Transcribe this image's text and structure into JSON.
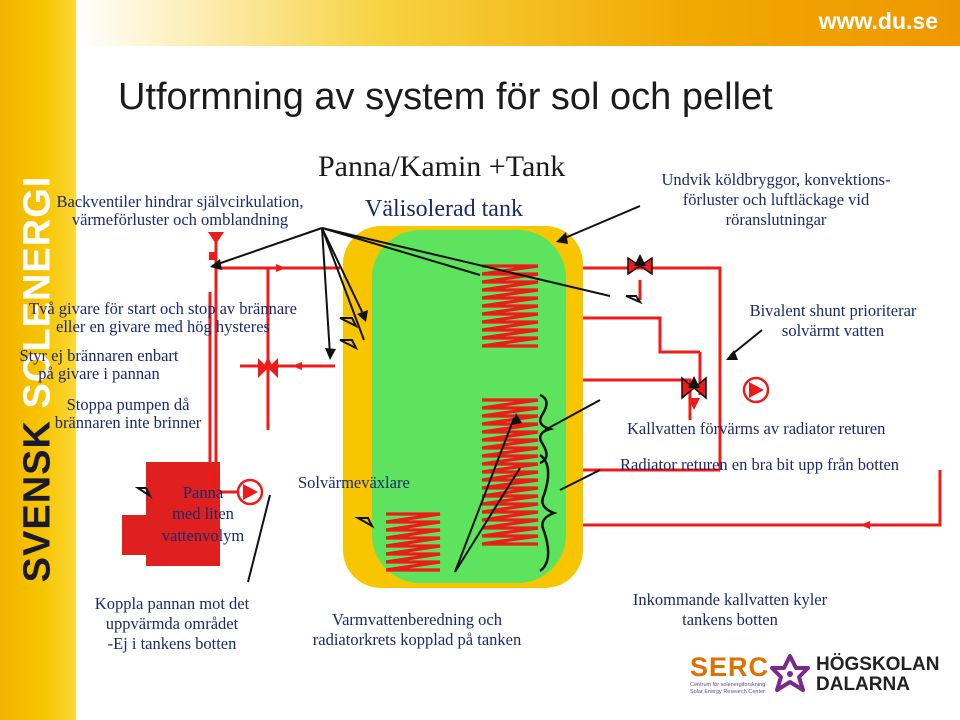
{
  "header": {
    "url": "www.du.se",
    "title": "Utformning av system för sol och pellet"
  },
  "sidebar": {
    "word1": "SVENSK",
    "word2": "SOLENERGI"
  },
  "diagram": {
    "tank_heading": "Panna/Kamin +Tank",
    "tank_subheading": "Välisolerad tank",
    "backventiler": [
      "Backventiler hindrar självcirkulation,",
      "värmeförluster och omblandning"
    ],
    "givare": [
      "Två givare för start och stop av brännare",
      "eller en givare med hög hysteres"
    ],
    "styr": [
      "Styr ej brännaren enbart",
      "på givare i pannan"
    ],
    "stoppa": [
      "Stoppa pumpen då",
      "brännaren inte brinner"
    ],
    "panna": [
      "Panna",
      "med liten",
      "vattenvolym"
    ],
    "solvarmevaxlare": "Solvärmeväxlare",
    "koppla": [
      "Koppla pannan mot det",
      "uppvärmda området",
      "-Ej i tankens botten"
    ],
    "varmvatten": [
      "Varmvattenberedning och",
      "radiatorkrets kopplad på tanken"
    ],
    "undvik": [
      "Undvik köldbryggor, konvektions-",
      "förluster och luftläckage vid",
      "röranslutningar"
    ],
    "bivalent": [
      "Bivalent shunt prioriterar",
      "solvärmt vatten"
    ],
    "kallvatten_forvarms": "Kallvatten förvärms av radiator returen",
    "radiator_returen": "Radiator returen en bra bit upp från botten",
    "inkommande": [
      "Inkommande kallvatten kyler",
      "tankens botten"
    ]
  },
  "logos": {
    "serc": "SERC",
    "serc_sub": [
      "Centrum för solenergiforskning",
      "Solar Energy Research Center"
    ],
    "hogskolan": [
      "HÖGSKOLAN",
      "DALARNA"
    ]
  },
  "colors": {
    "pipe_red": "#ee1b1b",
    "tank_yellow": "#f7c600",
    "tank_green": "#5de35d",
    "text_navy": "#1a2a6b"
  }
}
